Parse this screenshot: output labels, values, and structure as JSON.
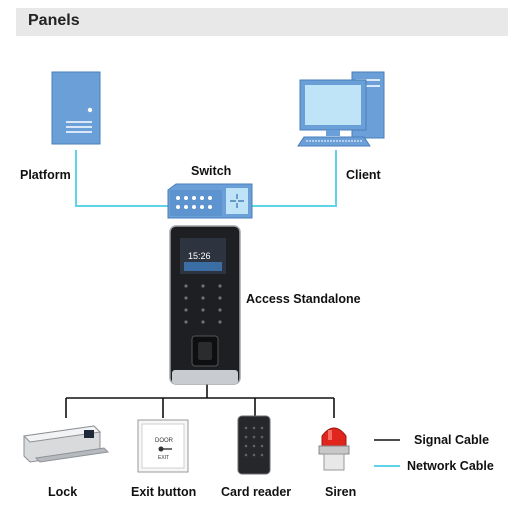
{
  "header": {
    "title": "Panels"
  },
  "nodes": {
    "platform": "Platform",
    "switch": "Switch",
    "client": "Client",
    "access": "Access Standalone",
    "lock": "Lock",
    "exit_button": "Exit button",
    "card_reader": "Card reader",
    "siren": "Siren"
  },
  "device": {
    "time": "15:26",
    "exit_sign_line1": "DOOR",
    "exit_sign_line2": "EXIT"
  },
  "legend": {
    "signal": "Signal Cable",
    "network": "Network Cable"
  },
  "colors": {
    "network_cable": "#5fd3e8",
    "signal_cable": "#111111",
    "device_blue": "#6a9fd8",
    "header_bg": "#e8e8e8"
  }
}
